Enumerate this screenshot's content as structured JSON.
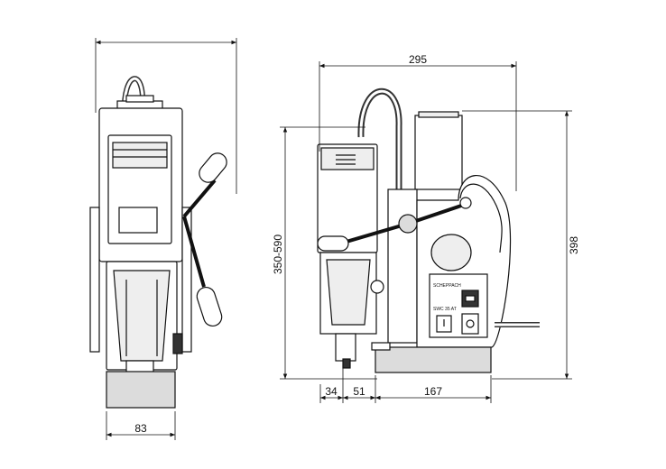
{
  "dimensions": {
    "overall_width": "295",
    "overall_height": "398",
    "stroke_range": "350-590",
    "front_width": "83",
    "offset_a": "34",
    "offset_b": "51",
    "base_length": "167"
  },
  "panel": {
    "brand": "SCHEPPACH",
    "model": "SWC 35 AT"
  },
  "colors": {
    "line": "#111111",
    "fill": "#ffffff",
    "shade": "#dcdcdc",
    "dark": "#333333"
  }
}
